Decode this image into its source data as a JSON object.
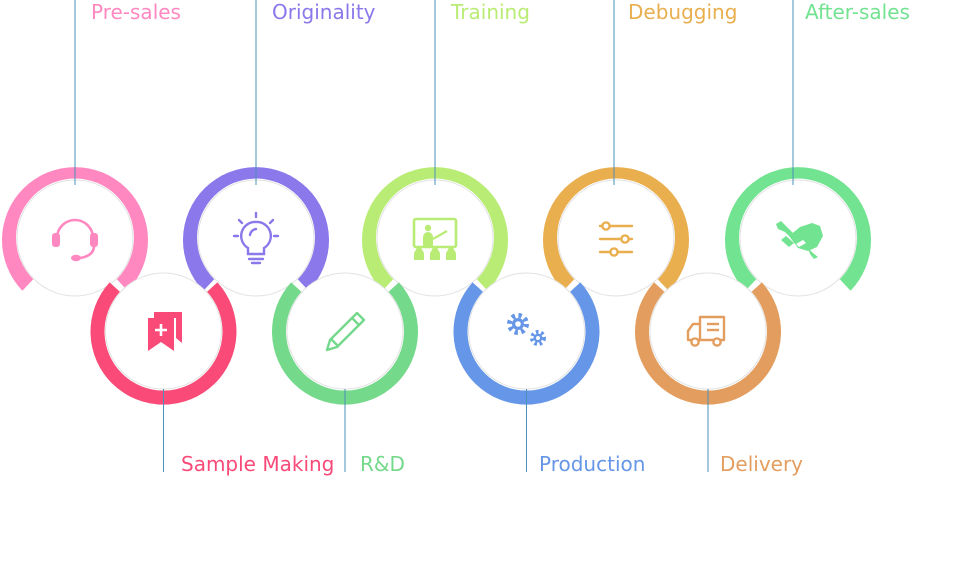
{
  "steps": [
    {
      "label": "Pre-sales",
      "color": "#FF88C0",
      "icon": "headset-icon"
    },
    {
      "label": "Sample Making",
      "color": "#F94A78",
      "icon": "bookmarks-add-icon"
    },
    {
      "label": "Originality",
      "color": "#8B78EA",
      "icon": "lightbulb-icon"
    },
    {
      "label": "R&D",
      "color": "#74D98B",
      "icon": "pencil-icon"
    },
    {
      "label": "Training",
      "color": "#B9EC74",
      "icon": "presentation-board-icon"
    },
    {
      "label": "Production",
      "color": "#6596E7",
      "icon": "gears-icon"
    },
    {
      "label": "Debugging",
      "color": "#E9AE4E",
      "icon": "sliders-icon"
    },
    {
      "label": "Delivery",
      "color": "#E39E5F",
      "icon": "delivery-truck-icon"
    },
    {
      "label": "After-sales",
      "color": "#72E391",
      "icon": "tools-icon"
    }
  ],
  "connector_color": "#4A90B8"
}
